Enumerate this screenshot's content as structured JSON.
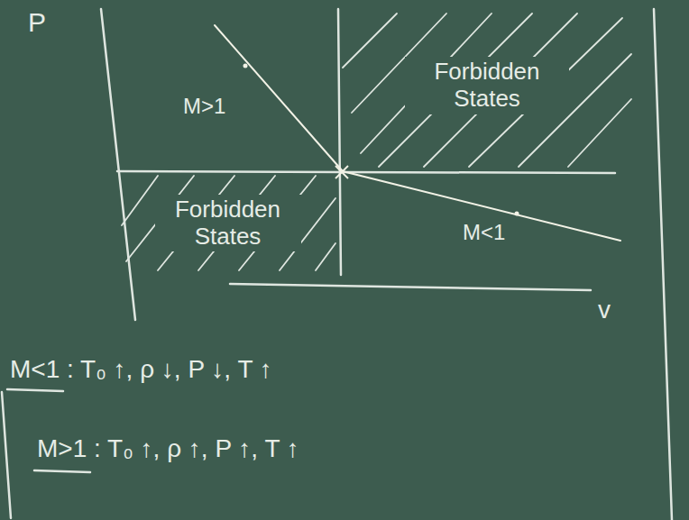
{
  "diagram": {
    "nodes": [
      {
        "text": [
          "Forbidden States"
        ]
      },
      {
        "text": [
          "Forbidden States"
        ]
      }
    ],
    "labels": [
      "P",
      "v",
      "M>1",
      "M<1",
      "M<1 : T₀ ↑, ρ ↓, P ↓, T ↑",
      "M>1 : T₀ ↑, ρ ↑, P ↑, T ↑"
    ]
  }
}
